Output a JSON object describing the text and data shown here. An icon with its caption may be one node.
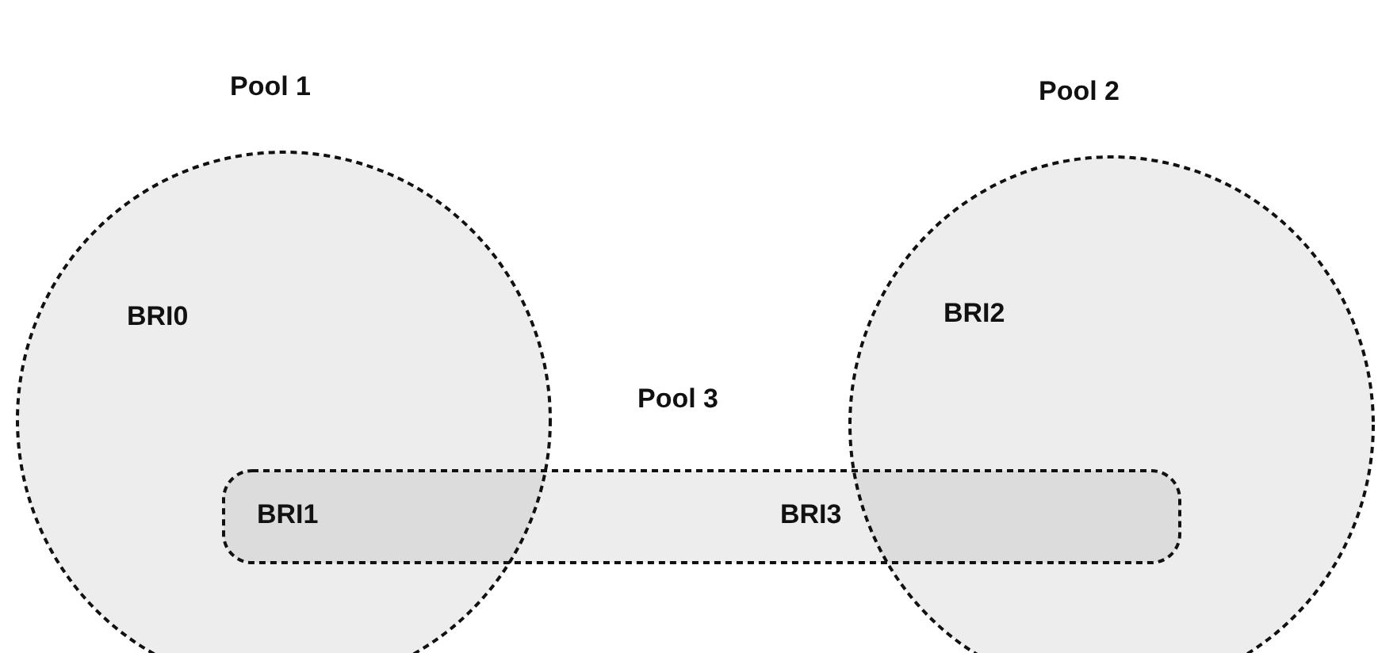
{
  "diagram": {
    "nodes": [
      {
        "text": [
          "Pool 1",
          "BRI0"
        ]
      },
      {
        "text": [
          "Pool 2",
          "BRI2"
        ]
      },
      {
        "text": [
          "Pool 3",
          "BRI1",
          "BRI3"
        ]
      }
    ]
  }
}
